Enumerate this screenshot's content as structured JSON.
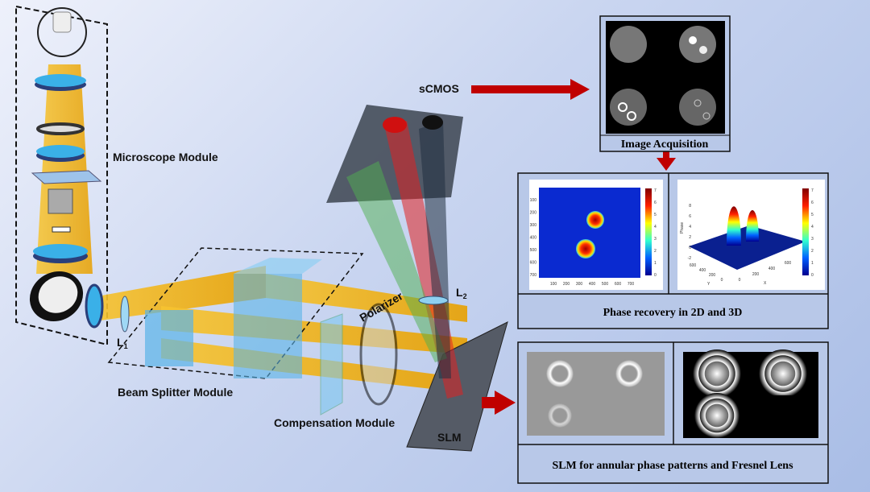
{
  "labels": {
    "microscope": "Microscope Module",
    "beam_splitter": "Beam Splitter Module",
    "compensation": "Compensation Module",
    "polarizer": "Polarizer",
    "slm": "SLM",
    "scmos": "sCMOS",
    "l1": "L",
    "l1_sub": "1",
    "l2": "L",
    "l2_sub": "2"
  },
  "panels": {
    "acquisition_caption": "Image Acquisition",
    "phase_caption": "Phase recovery in 2D and 3D",
    "slm_caption": "SLM for annular phase patterns and Fresnel Lens"
  },
  "plot2d": {
    "y_ticks": [
      "100",
      "200",
      "300",
      "400",
      "500",
      "600",
      "700"
    ],
    "x_ticks": [
      "100",
      "200",
      "300",
      "400",
      "500",
      "600",
      "700"
    ],
    "colorbar": [
      "7",
      "6",
      "5",
      "4",
      "3",
      "2",
      "1",
      "0"
    ]
  },
  "plot3d": {
    "z_label": "Phase",
    "z_ticks": [
      "8",
      "6",
      "4",
      "2",
      "0",
      "-2"
    ],
    "y_label": "Y",
    "y_ticks": [
      "600",
      "400",
      "200",
      "0"
    ],
    "x_label": "X",
    "x_ticks": [
      "0",
      "200",
      "400",
      "600"
    ],
    "colorbar": [
      "7",
      "6",
      "5",
      "4",
      "3",
      "2",
      "1",
      "0"
    ]
  },
  "colors": {
    "arrow": "#c00000",
    "beam": "#f5b400",
    "cube": "#5ab4e8"
  }
}
